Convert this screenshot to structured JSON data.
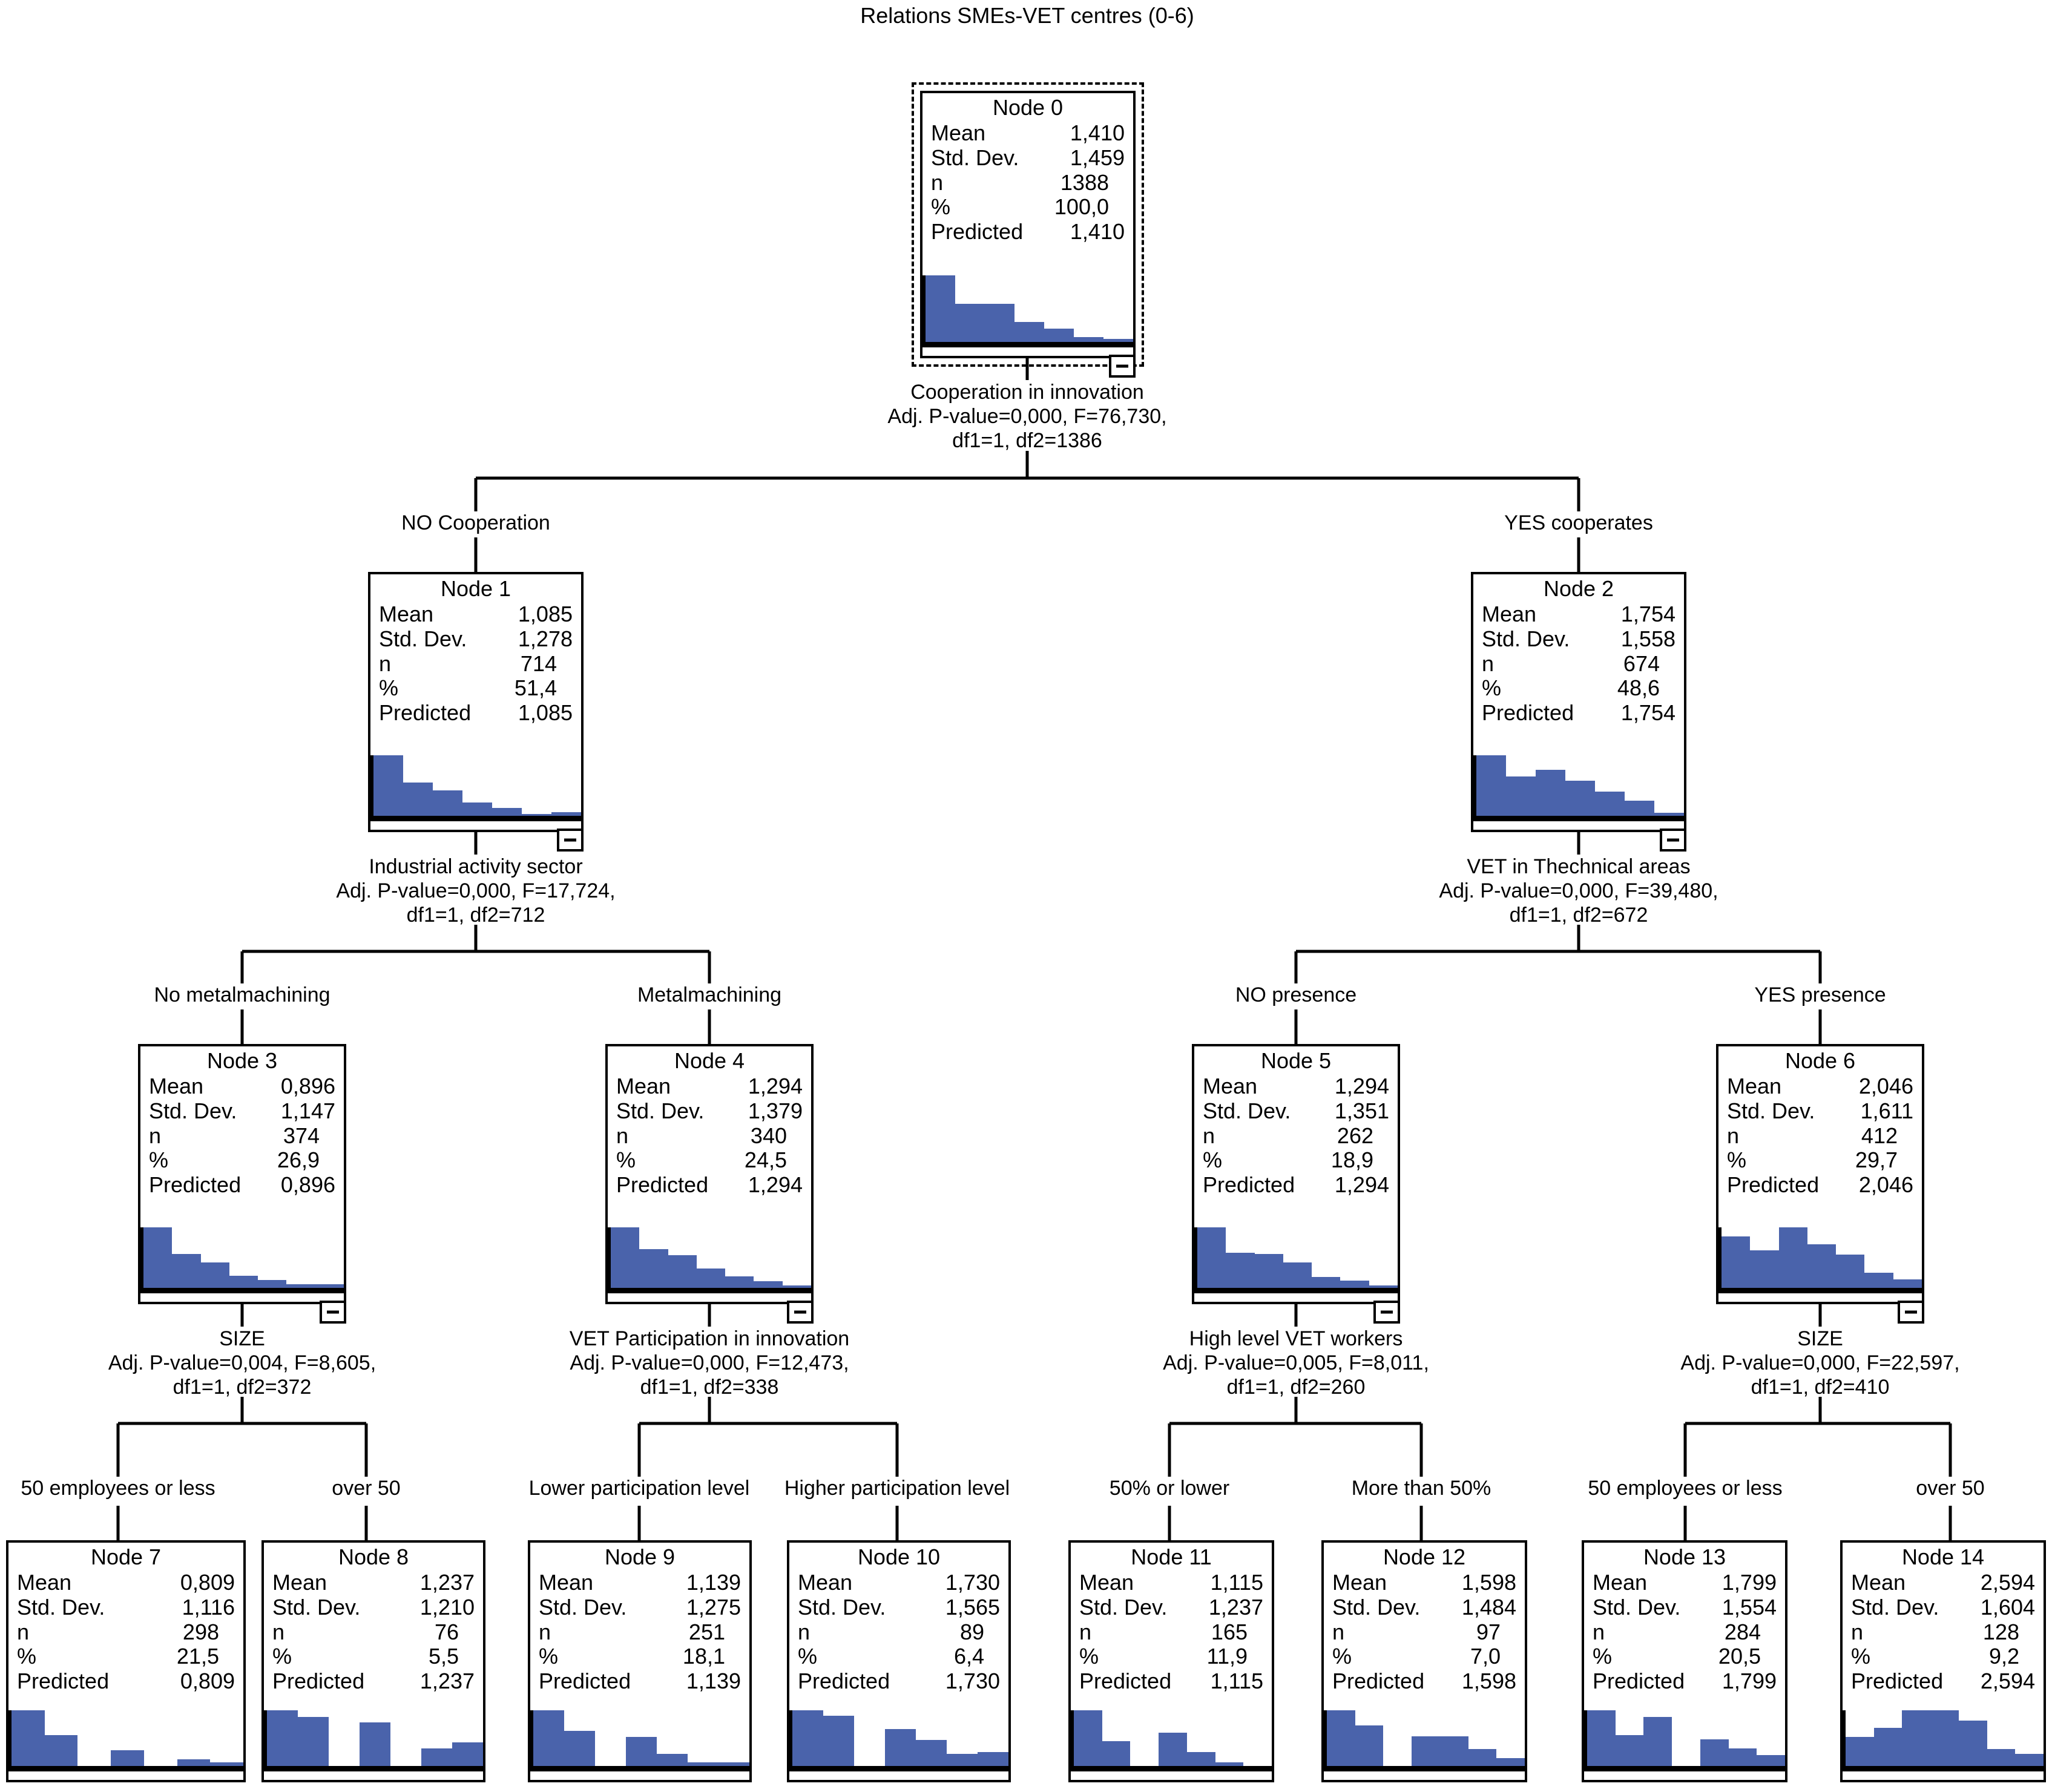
{
  "chart_title": "Relations SMEs-VET centres (0-6)",
  "stat_labels": {
    "mean": "Mean",
    "sd": "Std. Dev.",
    "n": "n",
    "pct": "%",
    "predicted": "Predicted"
  },
  "chart_data": {
    "type": "tree",
    "title": "Relations SMEs-VET centres (0-6)",
    "target": "Relations SMEs-VET centres (0-6)",
    "method": "CHAID regression tree",
    "total_n": 1388,
    "histogram_categories": [
      0,
      1,
      2,
      3,
      4,
      5,
      6
    ],
    "nodes": [
      {
        "id": "Node 0",
        "level": 0,
        "parent": null,
        "branch": null,
        "mean": "1,410",
        "sd": "1,459",
        "n": "1388",
        "pct": "100,0",
        "predicted": "1,410",
        "histogram": [
          100,
          57,
          57,
          30,
          20,
          7,
          5
        ]
      },
      {
        "id": "Node 1",
        "level": 1,
        "parent": "Node 0",
        "branch": "NO Cooperation",
        "mean": "1,085",
        "sd": "1,278",
        "n": "714",
        "pct": "51,4",
        "predicted": "1,085",
        "histogram": [
          100,
          55,
          42,
          22,
          13,
          3,
          6
        ]
      },
      {
        "id": "Node 2",
        "level": 1,
        "parent": "Node 0",
        "branch": "YES cooperates",
        "mean": "1,754",
        "sd": "1,558",
        "n": "674",
        "pct": "48,6",
        "predicted": "1,754",
        "histogram": [
          100,
          65,
          76,
          58,
          40,
          25,
          5
        ]
      },
      {
        "id": "Node 3",
        "level": 2,
        "parent": "Node 1",
        "branch": "No metalmachining",
        "mean": "0,896",
        "sd": "1,147",
        "n": "374",
        "pct": "26,9",
        "predicted": "0,896",
        "histogram": [
          100,
          56,
          42,
          20,
          13,
          6,
          6
        ]
      },
      {
        "id": "Node 4",
        "level": 2,
        "parent": "Node 1",
        "branch": "Metalmachining",
        "mean": "1,294",
        "sd": "1,379",
        "n": "340",
        "pct": "24,5",
        "predicted": "1,294",
        "histogram": [
          100,
          64,
          54,
          32,
          19,
          11,
          4
        ]
      },
      {
        "id": "Node 5",
        "level": 2,
        "parent": "Node 2",
        "branch": "NO  presence",
        "mean": "1,294",
        "sd": "1,351",
        "n": "262",
        "pct": "18,9",
        "predicted": "1,294",
        "histogram": [
          100,
          58,
          56,
          42,
          18,
          12,
          4
        ]
      },
      {
        "id": "Node 6",
        "level": 2,
        "parent": "Node 2",
        "branch": "YES presence",
        "mean": "2,046",
        "sd": "1,611",
        "n": "412",
        "pct": "29,7",
        "predicted": "2,046",
        "histogram": [
          85,
          62,
          100,
          72,
          55,
          25,
          14
        ]
      },
      {
        "id": "Node 7",
        "level": 3,
        "parent": "Node 3",
        "branch": "50 employees or less",
        "mean": "0,809",
        "sd": "1,116",
        "n": "298",
        "pct": "21,5",
        "predicted": "0,809",
        "histogram": [
          100,
          55,
          0,
          28,
          0,
          12,
          7
        ]
      },
      {
        "id": "Node 8",
        "level": 3,
        "parent": "Node 3",
        "branch": "over 50",
        "mean": "1,237",
        "sd": "1,210",
        "n": "76",
        "pct": "5,5",
        "predicted": "1,237",
        "histogram": [
          100,
          88,
          0,
          78,
          0,
          32,
          42
        ]
      },
      {
        "id": "Node 9",
        "level": 3,
        "parent": "Node 4",
        "branch": "Lower participation level",
        "mean": "1,139",
        "sd": "1,275",
        "n": "251",
        "pct": "18,1",
        "predicted": "1,139",
        "histogram": [
          100,
          63,
          0,
          52,
          22,
          7,
          7
        ]
      },
      {
        "id": "Node 10",
        "level": 3,
        "parent": "Node 4",
        "branch": "Higher participation level",
        "mean": "1,730",
        "sd": "1,565",
        "n": "89",
        "pct": "6,4",
        "predicted": "1,730",
        "histogram": [
          100,
          90,
          0,
          66,
          47,
          22,
          25
        ]
      },
      {
        "id": "Node 11",
        "level": 3,
        "parent": "Node 5",
        "branch": "50% or lower",
        "mean": "1,115",
        "sd": "1,237",
        "n": "165",
        "pct": "11,9",
        "predicted": "1,115",
        "histogram": [
          100,
          45,
          0,
          60,
          25,
          6,
          0
        ]
      },
      {
        "id": "Node 12",
        "level": 3,
        "parent": "Node 5",
        "branch": "More than 50%",
        "mean": "1,598",
        "sd": "1,484",
        "n": "97",
        "pct": "7,0",
        "predicted": "1,598",
        "histogram": [
          100,
          73,
          0,
          53,
          53,
          30,
          14
        ]
      },
      {
        "id": "Node 13",
        "level": 3,
        "parent": "Node 6",
        "branch": "50 employees or less",
        "mean": "1,799",
        "sd": "1,554",
        "n": "284",
        "pct": "20,5",
        "predicted": "1,799",
        "histogram": [
          100,
          55,
          88,
          0,
          48,
          32,
          20
        ]
      },
      {
        "id": "Node 14",
        "level": 3,
        "parent": "Node 6",
        "branch": "over 50",
        "mean": "2,594",
        "sd": "1,604",
        "n": "128",
        "pct": "9,2",
        "predicted": "2,594",
        "histogram": [
          52,
          68,
          100,
          100,
          82,
          30,
          22
        ]
      }
    ],
    "splits": [
      {
        "parent": "Node 0",
        "variable": "Cooperation in innovation",
        "stats": "Adj. P-value=0,000, F=76,730,\ndf1=1, df2=1386",
        "p_value": "0,000",
        "F": "76,730",
        "df1": "1",
        "df2": "1386",
        "children": [
          "Node 1",
          "Node 2"
        ]
      },
      {
        "parent": "Node 1",
        "variable": "Industrial activity sector",
        "stats": "Adj. P-value=0,000, F=17,724,\ndf1=1, df2=712",
        "p_value": "0,000",
        "F": "17,724",
        "df1": "1",
        "df2": "712",
        "children": [
          "Node 3",
          "Node 4"
        ]
      },
      {
        "parent": "Node 2",
        "variable": "VET in Thechnical areas",
        "stats": "Adj. P-value=0,000, F=39,480,\ndf1=1, df2=672",
        "p_value": "0,000",
        "F": "39,480",
        "df1": "1",
        "df2": "672",
        "children": [
          "Node 5",
          "Node 6"
        ]
      },
      {
        "parent": "Node 3",
        "variable": "SIZE",
        "stats": "Adj. P-value=0,004, F=8,605,\ndf1=1, df2=372",
        "p_value": "0,004",
        "F": "8,605",
        "df1": "1",
        "df2": "372",
        "children": [
          "Node 7",
          "Node 8"
        ]
      },
      {
        "parent": "Node 4",
        "variable": "VET Participation in innovation",
        "stats": "Adj. P-value=0,000, F=12,473,\ndf1=1, df2=338",
        "p_value": "0,000",
        "F": "12,473",
        "df1": "1",
        "df2": "338",
        "children": [
          "Node 9",
          "Node 10"
        ]
      },
      {
        "parent": "Node 5",
        "variable": "High level VET workers",
        "stats": "Adj. P-value=0,005, F=8,011,\ndf1=1, df2=260",
        "p_value": "0,005",
        "F": "8,011",
        "df1": "1",
        "df2": "260",
        "children": [
          "Node 11",
          "Node 12"
        ]
      },
      {
        "parent": "Node 6",
        "variable": "SIZE",
        "stats": "Adj. P-value=0,000, F=22,597,\ndf1=1, df2=410",
        "p_value": "0,000",
        "F": "22,597",
        "df1": "1",
        "df2": "410",
        "children": [
          "Node 13",
          "Node 14"
        ]
      }
    ]
  },
  "splits_text": {
    "s0": "Cooperation in innovation\nAdj. P-value=0,000, F=76,730,\ndf1=1, df2=1386",
    "s1": "Industrial activity sector\nAdj. P-value=0,000, F=17,724,\ndf1=1, df2=712",
    "s2": "VET in Thechnical areas\nAdj. P-value=0,000, F=39,480,\ndf1=1, df2=672",
    "s3": "SIZE\nAdj. P-value=0,004, F=8,605,\ndf1=1, df2=372",
    "s4": "VET Participation in innovation\nAdj. P-value=0,000, F=12,473,\ndf1=1, df2=338",
    "s5": "High level VET workers\nAdj. P-value=0,005, F=8,011,\ndf1=1, df2=260",
    "s6": "SIZE\nAdj. P-value=0,000, F=22,597,\ndf1=1, df2=410"
  },
  "branch_labels": {
    "b1": "NO Cooperation",
    "b2": "YES cooperates",
    "b3": "No metalmachining",
    "b4": "Metalmachining",
    "b5": "NO  presence",
    "b6": "YES presence",
    "b7": "50 employees or less",
    "b8": "over 50",
    "b9": "Lower participation level",
    "b10": "Higher participation level",
    "b11": "50% or lower",
    "b12": "More than 50%",
    "b13": "50 employees or less",
    "b14": "over 50"
  },
  "colors": {
    "bar": "#4a63ab",
    "line": "#000000",
    "background": "#ffffff"
  }
}
